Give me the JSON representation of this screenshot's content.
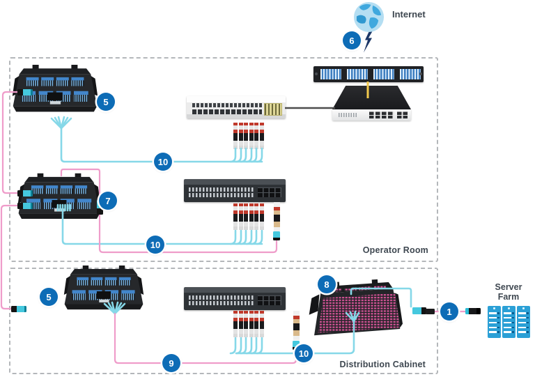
{
  "labels": {
    "internet": "Internet",
    "operator_room": "Operator Room",
    "distribution_cabinet": "Distribution Cabinet",
    "server_farm": "Server Farm"
  },
  "badges": [
    {
      "label": "6"
    },
    {
      "label": "5"
    },
    {
      "label": "10"
    },
    {
      "label": "7"
    },
    {
      "label": "10"
    },
    {
      "label": "5"
    },
    {
      "label": "8"
    },
    {
      "label": "9"
    },
    {
      "label": "10"
    },
    {
      "label": "1"
    }
  ],
  "colors": {
    "badge_blue": "#0d6cb6",
    "fiber_cyan": "#86d8e8",
    "fiber_pink": "#ef9cca",
    "cable_yellow": "#f2c94c",
    "uplink_gray": "#4d4d4d",
    "dashed_border": "#b4b7ba",
    "panel_black": "#26282b",
    "cassette_blue": "#4286cb",
    "mtp_pink": "#d65497",
    "server_blue": "#2ba0d6"
  }
}
